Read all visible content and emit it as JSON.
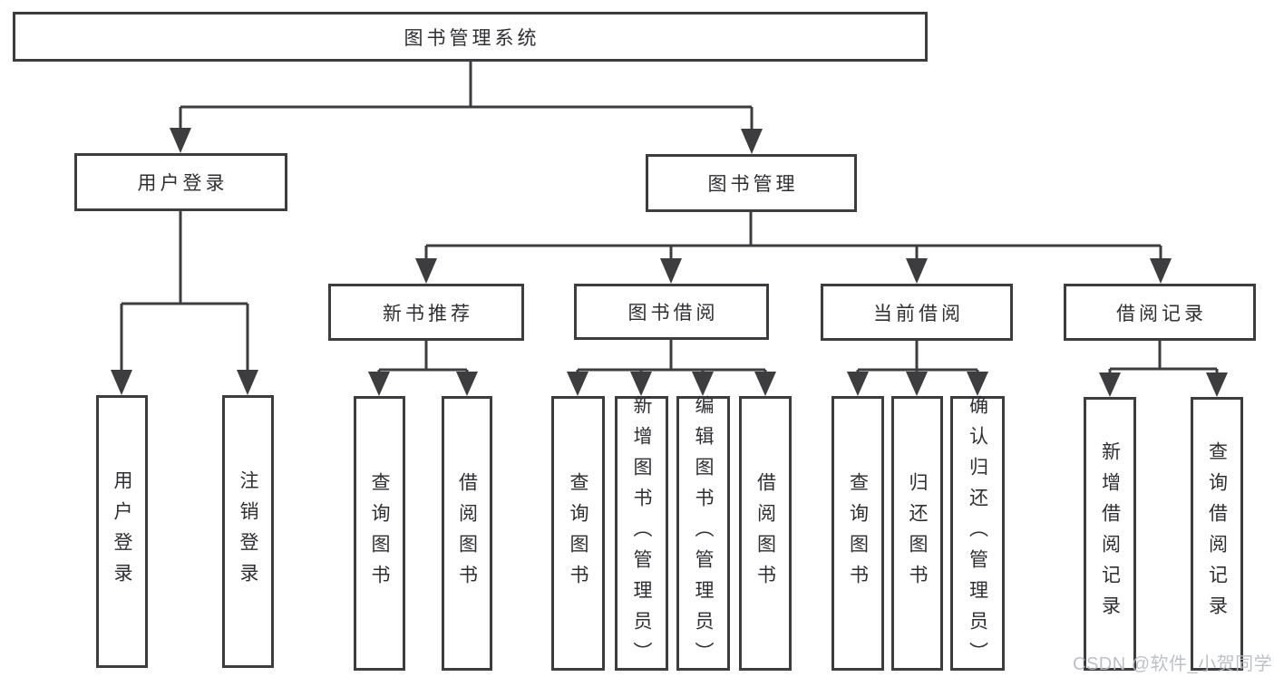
{
  "colors": {
    "line": "#3d3d40",
    "text": "#2f2f33",
    "watermark": "#b9bdc1",
    "background": "#ffffff"
  },
  "watermark": {
    "text": "CSDN @软件_小贺同学"
  },
  "nodes": {
    "root": "图书管理系统",
    "user_login": "用户登录",
    "book_mgmt": "图书管理",
    "new_books": "新书推荐",
    "book_borrow": "图书借阅",
    "current_borrow": "当前借阅",
    "borrow_records": "借阅记录",
    "user_login_children": [
      "用户登录",
      "注销登录"
    ],
    "new_books_children": [
      "查询图书",
      "借阅图书"
    ],
    "book_borrow_children": [
      "查询图书",
      "新增图书（管理员）",
      "编辑图书（管理员）",
      "借阅图书"
    ],
    "current_borrow_children": [
      "查询图书",
      "归还图书",
      "确认归还（管理员）"
    ],
    "borrow_records_children": [
      "新增借阅记录",
      "查询借阅记录"
    ]
  }
}
